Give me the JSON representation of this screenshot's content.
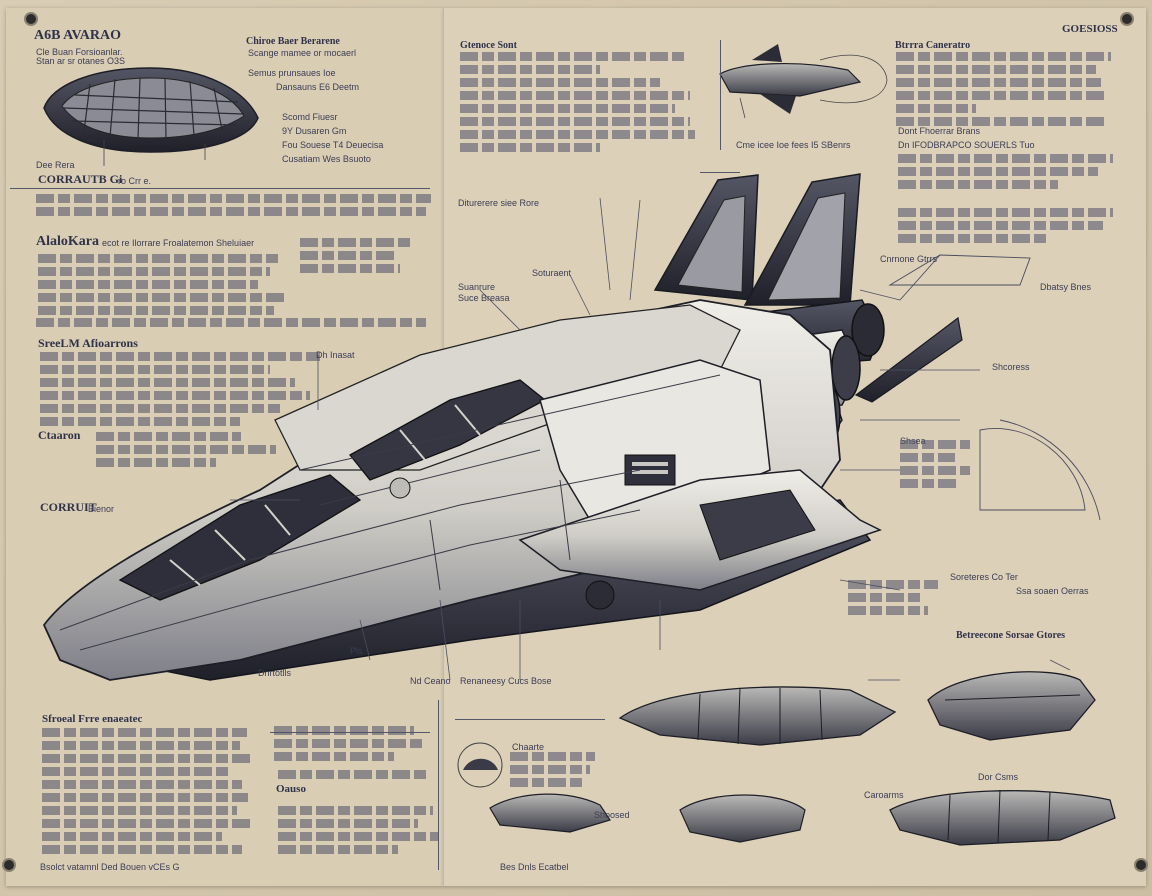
{
  "left_page": {
    "title": "A6B AVARAO",
    "title_sub": "Cle Buan Forsioanlar.",
    "title_sub2": "Stan ar sr otanes  O3S",
    "top_right_heading": "Chiroe Baer Berarene",
    "top_right_lines": [
      "Scange mamee or mocaerl",
      "Semus prunsaues Ioe",
      "Dansauns  E6  Deetm"
    ],
    "label_dee": "Dee Rera",
    "label_side_1": "Scomd Fiuesr",
    "label_side_2": "9Y Dusaren Gm",
    "label_side_3": "Fou Souese T4 Deuecisa",
    "label_side_4": "Cusatiam Wes Bsuoto",
    "section1_heading": "CORRAUTB Gi",
    "section1_sub": "ro Crr e.",
    "section2_heading": "AlaloKara",
    "section2_sub": "ecot re Ilorrare Froalatemon Sheluiaer",
    "section3_heading": "SreeLM Afioarrons",
    "section4_heading": "Ctaaron",
    "section5_label": "CORRUIT",
    "section5_sub": "Bienor",
    "section6_heading": "Sfroeal Frre enaeatec",
    "section7_heading": "Oauso",
    "bottom_label": "Bsolct vatamnl Ded  Bouen vCEs  G"
  },
  "right_page": {
    "code": "GOESIOSS",
    "top_left_heading": "Gtenoce Sont",
    "top_right_heading": "Btrrra Caneratro",
    "section_phase": "Dont  Fhoerrar Brans",
    "section_phase2": "Dn IFODBRAPCO SOUERLS Tuo",
    "callout_1": "Diturerere siee Rore",
    "callout_2": "Soturaent",
    "callout_3": "Suanrure",
    "callout_4": "Suce Breasa",
    "callout_5": "Cme icee  Ioe fees  I5  SBenrs",
    "callout_6": "Dh Inasat",
    "callout_7": "Cnrnone Gtrrs",
    "callout_8": "Dbatsy Bnes",
    "callout_9": "Shcoress",
    "callout_10": "Shsea",
    "callout_11": "Pls",
    "callout_12": "Dnrtotlls",
    "callout_13": "Nd  Ceano",
    "callout_14": "Soreteres  Co  Ter",
    "callout_15": "Ssa soaen  Oerras",
    "bottom_callout": "Renaneesy  Cucs  Bose",
    "bottom_heading": "Betreecone Sorsae  Gtores",
    "bottom_label_1": "Chaarte",
    "bottom_label_2": "Caroarms",
    "bottom_label_3": "Dor Csms",
    "bottom_label_4": "Shoosed",
    "bottom_label_5": "Bes Dnls  Ecatbel"
  },
  "colors": {
    "paper": "#d9cdb4",
    "ink": "#3b3d55",
    "hull": "#e2e0da",
    "hull_shadow": "#8d8e96",
    "hull_dark": "#2b2c36"
  }
}
